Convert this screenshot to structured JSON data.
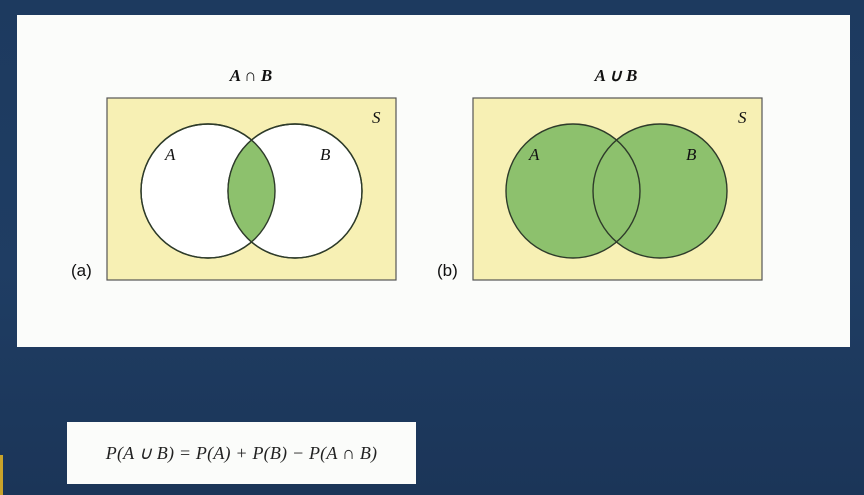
{
  "diagrams": [
    {
      "panel_label": "(a)",
      "title": "A ∩ B",
      "universe_label": "S",
      "set_a_label": "A",
      "set_b_label": "B",
      "shaded_region": "intersection"
    },
    {
      "panel_label": "(b)",
      "title": "A ∪ B",
      "universe_label": "S",
      "set_a_label": "A",
      "set_b_label": "B",
      "shaded_region": "union"
    }
  ],
  "formula": "P(A ∪ B) = P(A) + P(B) − P(A ∩ B)",
  "colors": {
    "universe_fill": "#f7f0b4",
    "shade_fill": "#8dc16d",
    "circle_stroke": "#2e3b2a",
    "background": "#1e3a5f",
    "panel": "#fbfcfa"
  }
}
